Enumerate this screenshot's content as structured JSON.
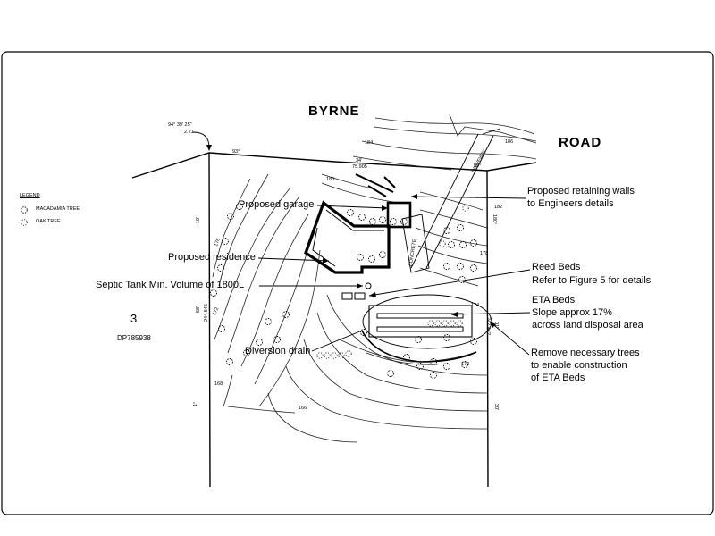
{
  "roads": {
    "road_word1": "BYRNE",
    "road_word2": "ROAD"
  },
  "survey": {
    "bearing": "94° 39' 25\"",
    "bearing_dist": "2.21",
    "top_angle": "93°",
    "angle_34": "34'",
    "dist_75": "75.905",
    "angle_55": "55°",
    "left_angle": "10'",
    "left_dist": "244.545",
    "left_angle2": "58'",
    "left_bottom": "1°",
    "right_angle": "180°",
    "right_dist": "242.44?",
    "right_angle2": "01'",
    "right_bottom": "30'",
    "driveway": "DRIVEWAY",
    "concrete": "CONCRETE"
  },
  "contours": [
    "184",
    "186",
    "180",
    "182",
    "178",
    "176",
    "174",
    "172",
    "170",
    "168",
    "166"
  ],
  "lot": {
    "number": "3",
    "dp": "DP785938"
  },
  "legend": {
    "title": "LEGEND",
    "items": [
      {
        "symbol": "macadamia-tree-symbol",
        "label": "MACADAMIA TREE"
      },
      {
        "symbol": "oak-tree-symbol",
        "label": "OAK TREE"
      }
    ]
  },
  "annotations": {
    "proposed_garage": "Proposed garage",
    "proposed_residence": "Proposed residence",
    "septic_tank": "Septic Tank Min. Volume of 1800L",
    "diversion_drain": "Diversion drain",
    "retaining_walls_1": "Proposed retaining walls",
    "retaining_walls_2": "to Engineers details",
    "reed_beds_1": "Reed Beds",
    "reed_beds_2": "Refer to Figure 5 for details",
    "eta_beds_1": "ETA Beds",
    "eta_beds_2": "Slope approx 17%",
    "eta_beds_3": "across land disposal area",
    "remove_trees_1": "Remove necessary trees",
    "remove_trees_2": "to enable construction",
    "remove_trees_3": "of ETA Beds"
  }
}
